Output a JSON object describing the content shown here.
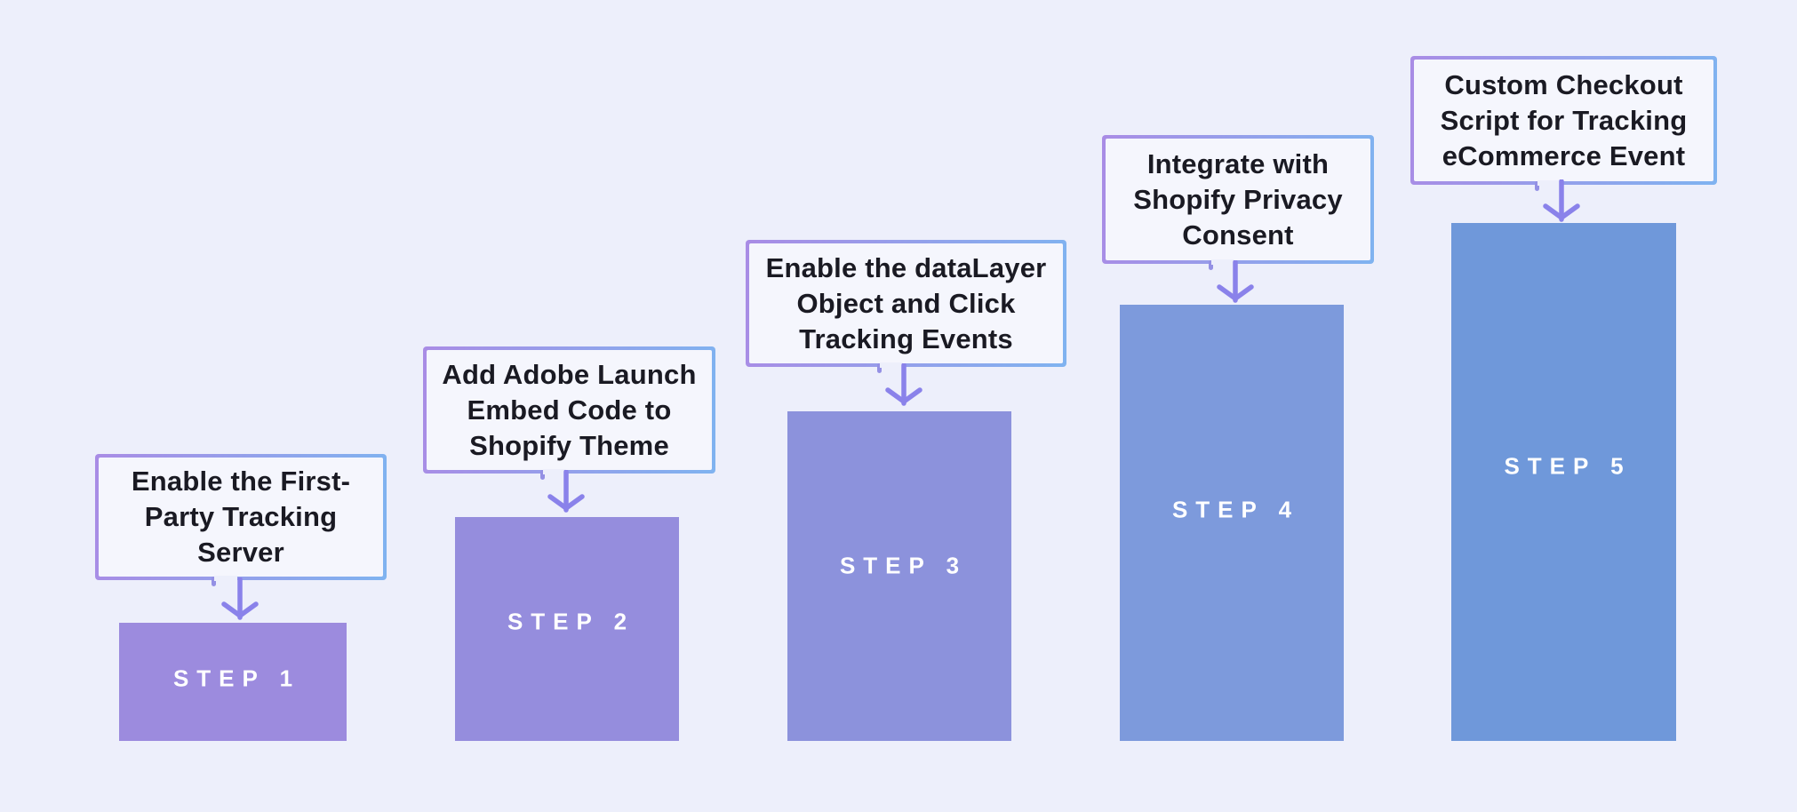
{
  "colors": {
    "background": "#EDEFFB",
    "callout_fill": "#F5F6FD",
    "callout_text": "#1A1A23",
    "border_gradient_from": "#A98CE5",
    "border_gradient_to": "#7FB3F0",
    "arrow": "#8A82EA",
    "step_label_text": "#FFFFFF"
  },
  "icons": {
    "connector": "arrow-down-icon"
  },
  "steps": [
    {
      "label": "STEP 1",
      "callout": "Enable the First-\nParty Tracking\nServer",
      "bar_color": "#9C8BDE"
    },
    {
      "label": "STEP 2",
      "callout": "Add Adobe Launch\nEmbed Code to\nShopify Theme",
      "bar_color": "#958DDD"
    },
    {
      "label": "STEP 3",
      "callout": "Enable the dataLayer\nObject and Click\nTracking Events",
      "bar_color": "#8C92DC"
    },
    {
      "label": "STEP 4",
      "callout": "Integrate with\nShopify Privacy\nConsent",
      "bar_color": "#7D9ADC"
    },
    {
      "label": "STEP 5",
      "callout": "Custom Checkout\nScript for Tracking\neCommerce Event",
      "bar_color": "#6F98DA"
    }
  ]
}
